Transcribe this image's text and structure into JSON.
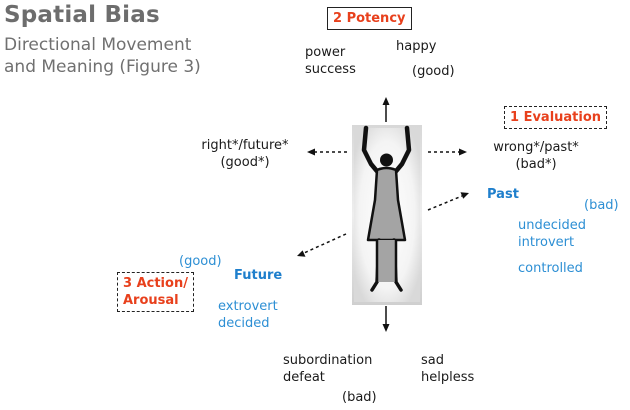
{
  "title": "Spatial Bias",
  "subtitle_line1": "Directional Movement",
  "subtitle_line2": "and Meaning (Figure 3)",
  "potency": {
    "box_label": "2 Potency",
    "up_left_line1": "power",
    "up_left_line2": "success",
    "up_right_line1": "happy",
    "up_right_line2": "(good)",
    "down_left_line1": "subordination",
    "down_left_line2": "defeat",
    "down_right_line1": "sad",
    "down_right_line2": "helpless",
    "down_value": "(bad)"
  },
  "evaluation": {
    "box_label": "1 Evaluation",
    "left_line1": "right*/future*",
    "left_line2": "(good*)",
    "right_line1": "wrong*/past*",
    "right_line2": "(bad*)"
  },
  "action": {
    "box_label_line1": "3 Action/",
    "box_label_line2": "Arousal",
    "future_heading": "Future",
    "future_value": "(good)",
    "future_line1": "extrovert",
    "future_line2": "decided",
    "past_heading": "Past",
    "past_value": "(bad)",
    "past_line1": "undecided",
    "past_line2": "introvert",
    "past_line3": "controlled"
  },
  "colors": {
    "accent_red": "#e8401c",
    "accent_blue": "#2d8fd4",
    "title_gray": "#6d6d6d"
  }
}
